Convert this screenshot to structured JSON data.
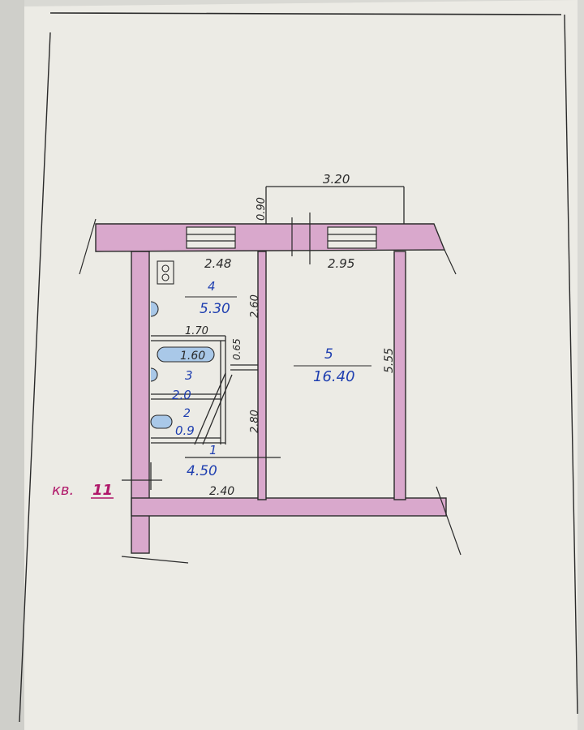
{
  "colors": {
    "paper": "#ecebe5",
    "wall_fill": "#d9a8cc",
    "ink_black": "#2a2a2a",
    "ink_blue": "#1f3fb0",
    "ink_magenta": "#b0186a",
    "fixture_blue": "#a9c8e8"
  },
  "dimensions": {
    "top_width": "3.20",
    "wall_offset": "0.90",
    "room4_width": "2.48",
    "room5_width": "2.95",
    "room4_depth": "2.60",
    "room5_depth": "5.55",
    "corridor_width": "1.70",
    "bath_length": "1.60",
    "small_gap": "0.65",
    "hall_depth": "2.80",
    "hall_width": "2.40"
  },
  "rooms": [
    {
      "number": "1",
      "area": "4.50"
    },
    {
      "number": "2",
      "area": "0.9"
    },
    {
      "number": "3",
      "area": "2.0"
    },
    {
      "number": "4",
      "area": "5.30"
    },
    {
      "number": "5",
      "area": "16.40"
    }
  ],
  "apartment_label": {
    "prefix": "кв.",
    "number": "11"
  }
}
